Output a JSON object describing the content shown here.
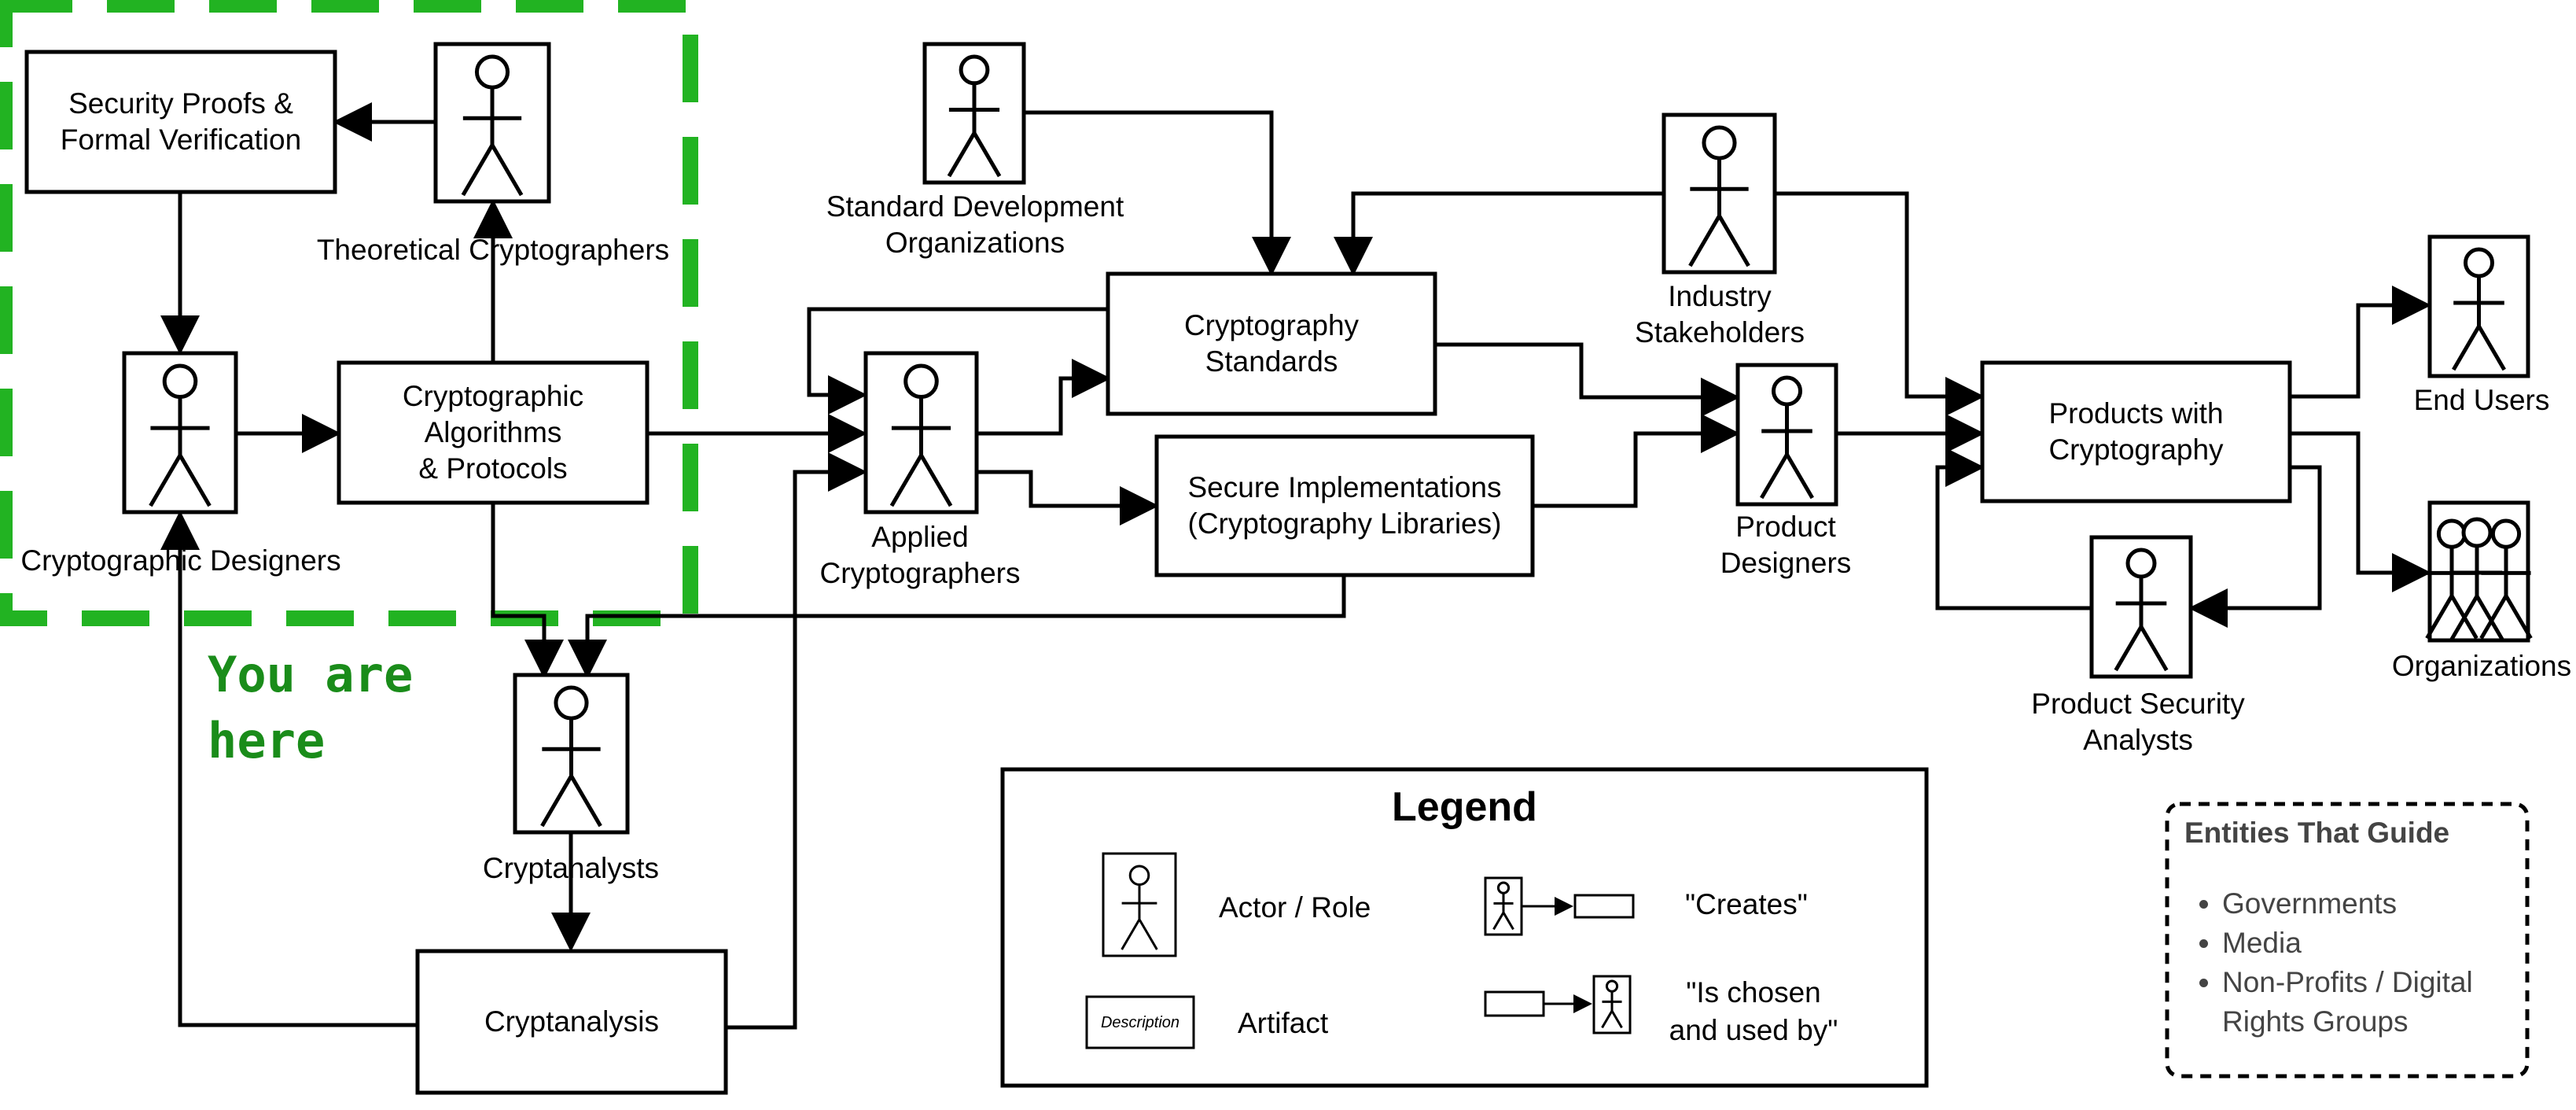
{
  "diagram": {
    "artifacts": {
      "security_proofs": "Security Proofs &\nFormal Verification",
      "algorithms": "Cryptographic\nAlgorithms\n& Protocols",
      "standards": "Cryptography\nStandards",
      "implementations": "Secure Implementations\n(Cryptography Libraries)",
      "products": "Products with\nCryptography",
      "cryptanalysis": "Cryptanalysis"
    },
    "actors": {
      "theoretical": "Theoretical Cryptographers",
      "designers": "Cryptographic Designers",
      "sdo": "Standard Development\nOrganizations",
      "applied": "Applied\nCryptographers",
      "industry": "Industry\nStakeholders",
      "product_designers": "Product\nDesigners",
      "end_users": "End Users",
      "organizations": "Organizations",
      "security_analysts": "Product Security\nAnalysts",
      "cryptanalysts": "Cryptanalysts"
    },
    "you_are_here": "You are\nhere",
    "colors": {
      "highlight": "#22b322",
      "highlight_text": "#1a8c1a",
      "guide_text": "#444444"
    }
  },
  "legend": {
    "title": "Legend",
    "actor": "Actor / Role",
    "artifact": "Artifact",
    "artifact_sample": "Description",
    "creates": "\"Creates\"",
    "chosen": "\"Is chosen\nand used by\""
  },
  "guide": {
    "title": "Entities That Guide",
    "items": [
      "Governments",
      "Media",
      "Non-Profits / Digital\nRights Groups"
    ]
  }
}
